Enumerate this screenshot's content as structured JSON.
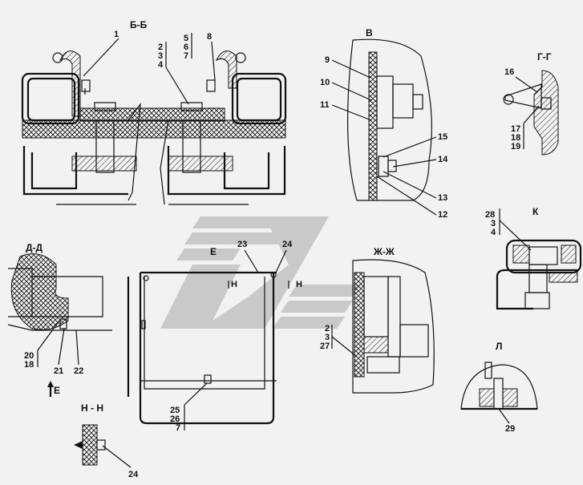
{
  "sections": {
    "bb": "Б-Б",
    "v": "В",
    "gg": "Г-Г",
    "k": "К",
    "dd": "Д-Д",
    "e": "Е",
    "zhzh": "Ж-Ж",
    "l": "Л",
    "nn": "Н - Н"
  },
  "labels": {
    "l1": "1",
    "l2_bb": "2",
    "l3_bb": "3",
    "l4_bb": "4",
    "l5": "5",
    "l6": "6",
    "l7_bb": "7",
    "l8": "8",
    "l9": "9",
    "l10": "10",
    "l11": "11",
    "l12": "12",
    "l13": "13",
    "l14": "14",
    "l15": "15",
    "l16": "16",
    "l17": "17",
    "l18_gg": "18",
    "l19": "19",
    "l28": "28",
    "l3_k": "3",
    "l4_k": "4",
    "l20": "20",
    "l18_dd": "18",
    "l21": "21",
    "l22": "22",
    "l23": "23",
    "l24_e": "24",
    "h1": "Н",
    "h2": "Н",
    "arrowE": "Е",
    "l25": "25",
    "l26": "26",
    "l7_e": "7",
    "l2_zh": "2",
    "l3_zh": "3",
    "l27": "27",
    "l29": "29",
    "l24_nn": "24"
  }
}
